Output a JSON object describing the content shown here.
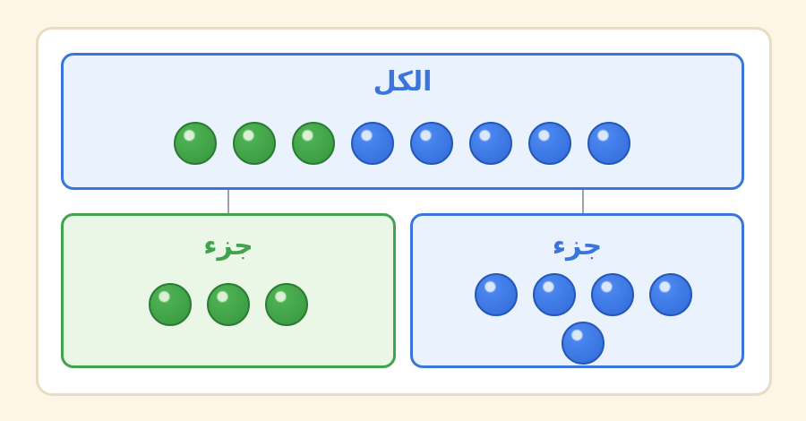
{
  "whole": {
    "label": "الكل",
    "dots": [
      "green",
      "green",
      "green",
      "blue",
      "blue",
      "blue",
      "blue",
      "blue"
    ]
  },
  "parts": [
    {
      "label": "جزء",
      "color": "green",
      "count": 3
    },
    {
      "label": "جزء",
      "color": "blue",
      "count": 5
    }
  ],
  "colors": {
    "green": "#42a24e",
    "blue": "#3b74dc",
    "background": "#fdf5e6",
    "frame_border": "#e8dcc2"
  }
}
